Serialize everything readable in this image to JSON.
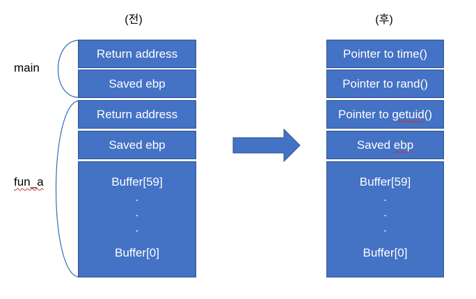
{
  "headers": {
    "before": "(전)",
    "after": "(후)"
  },
  "labels": {
    "main": "main",
    "fun_a": "fun_a"
  },
  "before_stack": {
    "return_address_main": "Return address",
    "saved_ebp_main": "Saved ebp",
    "return_address_fun": "Return address",
    "saved_ebp_fun": "Saved ebp",
    "buffer_top": "Buffer[59]",
    "buffer_bottom": "Buffer[0]",
    "dot": "."
  },
  "after_stack": {
    "pointer_time": "Pointer to time()",
    "pointer_rand": "Pointer to rand()",
    "pointer_getuid_prefix": "Pointer to ",
    "pointer_getuid_word": "getuid",
    "pointer_getuid_suffix": "()",
    "saved_ebp_prefix": "Saved ",
    "saved_ebp_word": "ebp",
    "buffer_top": "Buffer[59]",
    "buffer_bottom": "Buffer[0]",
    "dot": "."
  },
  "colors": {
    "cell_fill": "#4472c4",
    "cell_border": "#2f528f",
    "brace": "#2f6db5",
    "arrow_fill": "#4472c4",
    "arrow_border": "#2f528f"
  }
}
